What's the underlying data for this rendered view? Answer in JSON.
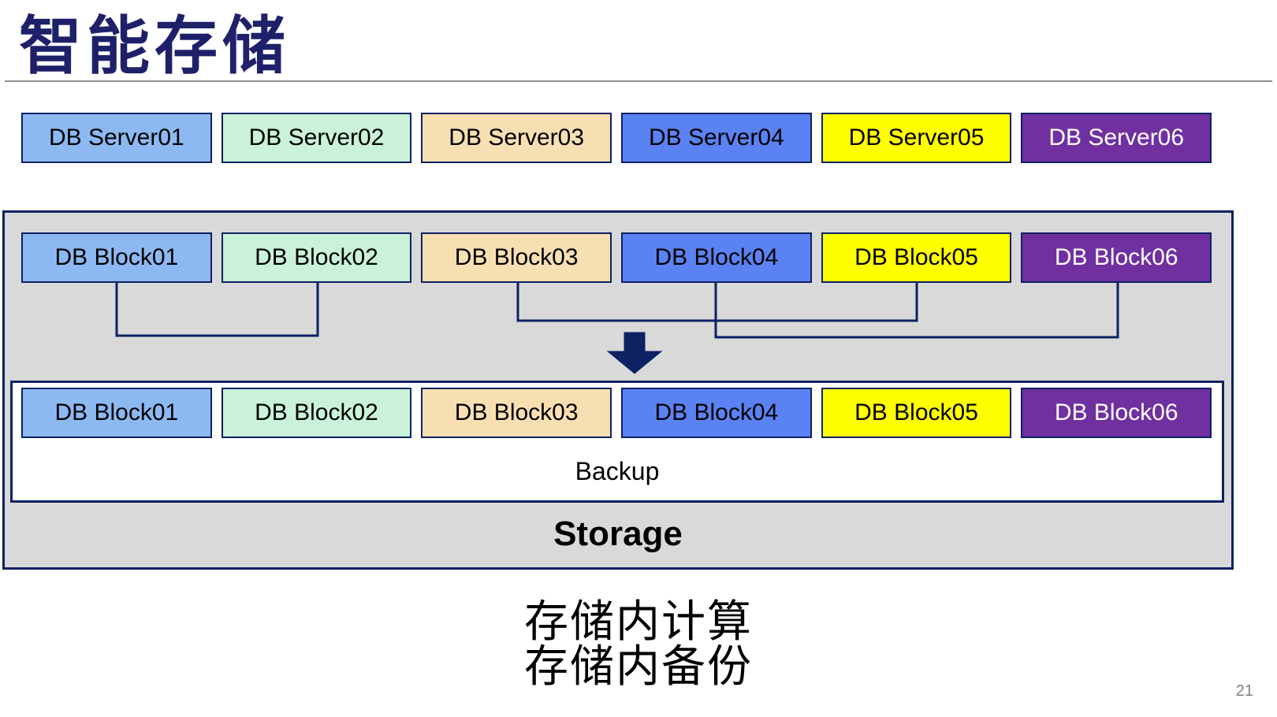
{
  "title": "智能存储",
  "page_number": "21",
  "caption_lines": [
    "存储内计算",
    "存储内备份"
  ],
  "colors": {
    "navy_border": "#0d2163",
    "title_navy": "#1e2169",
    "container_gray": "#d9d9d9",
    "divider_gray": "#8f8f8f",
    "page_number_gray": "#808080"
  },
  "server_row": [
    {
      "label": "DB Server01",
      "fill": "#8cb9f2",
      "text_color": "#000000"
    },
    {
      "label": "DB Server02",
      "fill": "#c9f2d9",
      "text_color": "#000000"
    },
    {
      "label": "DB Server03",
      "fill": "#f8dfb2",
      "text_color": "#000000"
    },
    {
      "label": "DB Server04",
      "fill": "#5b82f2",
      "text_color": "#000000"
    },
    {
      "label": "DB Server05",
      "fill": "#ffff00",
      "text_color": "#000000"
    },
    {
      "label": "DB Server06",
      "fill": "#7030a0",
      "text_color": "#ffffff"
    }
  ],
  "storage": {
    "label": "Storage",
    "backup_label": "Backup",
    "blocks": [
      {
        "label": "DB Block01",
        "fill": "#8cb9f2",
        "text_color": "#000000"
      },
      {
        "label": "DB Block02",
        "fill": "#c9f2d9",
        "text_color": "#000000"
      },
      {
        "label": "DB Block03",
        "fill": "#f8dfb2",
        "text_color": "#000000"
      },
      {
        "label": "DB Block04",
        "fill": "#5b82f2",
        "text_color": "#000000"
      },
      {
        "label": "DB Block05",
        "fill": "#ffff00",
        "text_color": "#000000"
      },
      {
        "label": "DB Block06",
        "fill": "#7030a0",
        "text_color": "#ffffff"
      }
    ]
  }
}
